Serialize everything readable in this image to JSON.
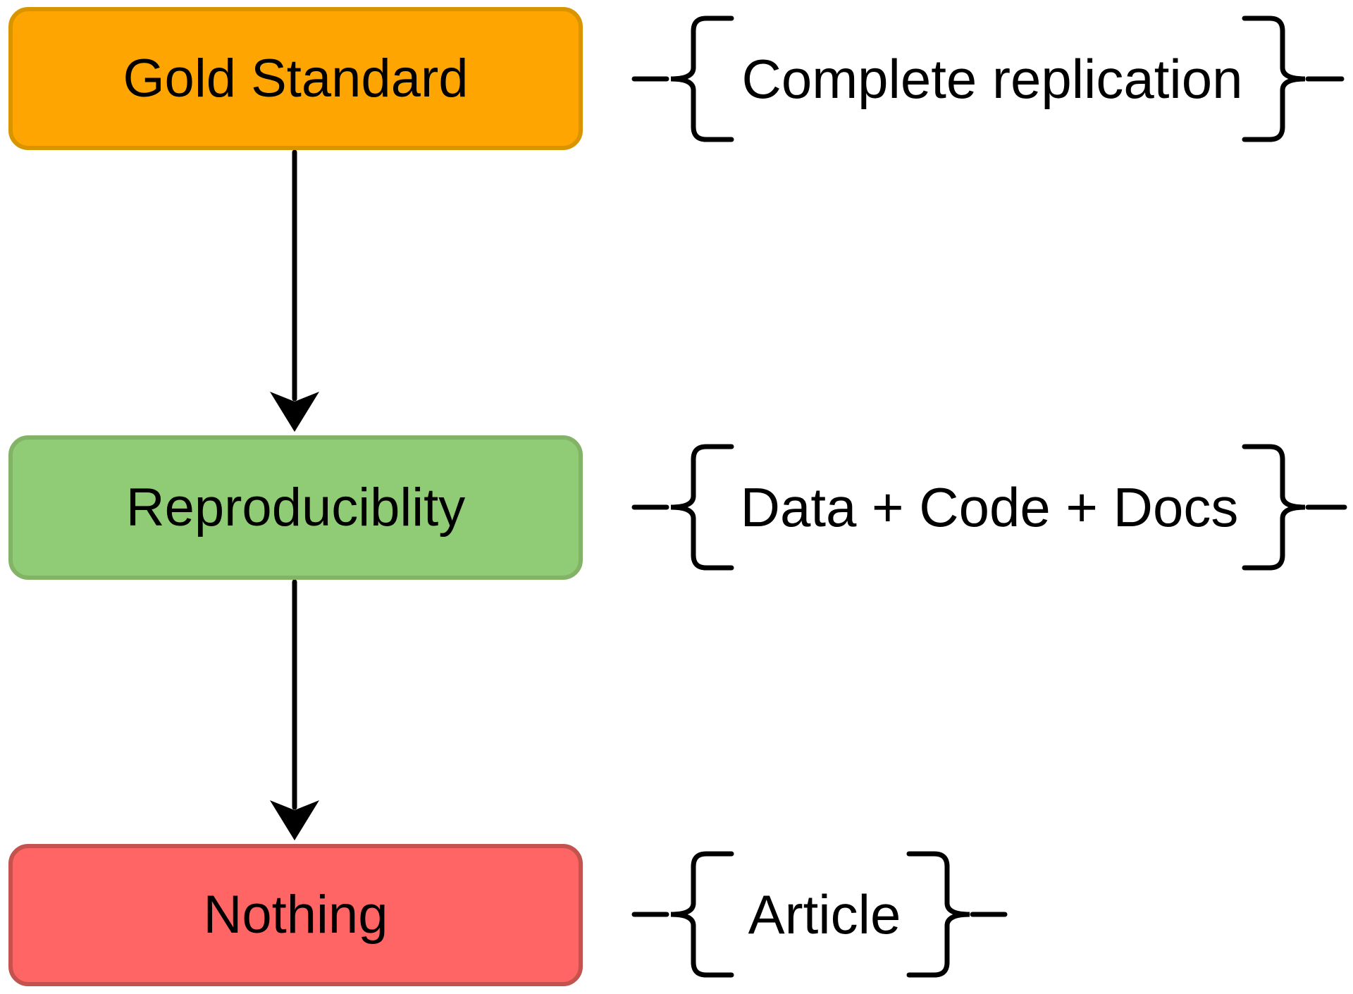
{
  "diagram": {
    "background": "#FFFFFF",
    "line_color": "#000000",
    "nodes": [
      {
        "id": "gold-standard",
        "label": "Gold Standard",
        "annotation": "Complete replication",
        "fill": "#FFA502",
        "stroke": "#D89500"
      },
      {
        "id": "reproduciblity",
        "label": "Reproduciblity",
        "annotation": "Data + Code + Docs",
        "fill": "#90CB76",
        "stroke": "#82B366"
      },
      {
        "id": "nothing",
        "label": "Nothing",
        "annotation": "Article",
        "fill": "#FE6564",
        "stroke": "#C4534F"
      }
    ],
    "edges": [
      {
        "from": "Gold Standard",
        "to": "Reproduciblity"
      },
      {
        "from": "Reproduciblity",
        "to": "Nothing"
      }
    ]
  }
}
